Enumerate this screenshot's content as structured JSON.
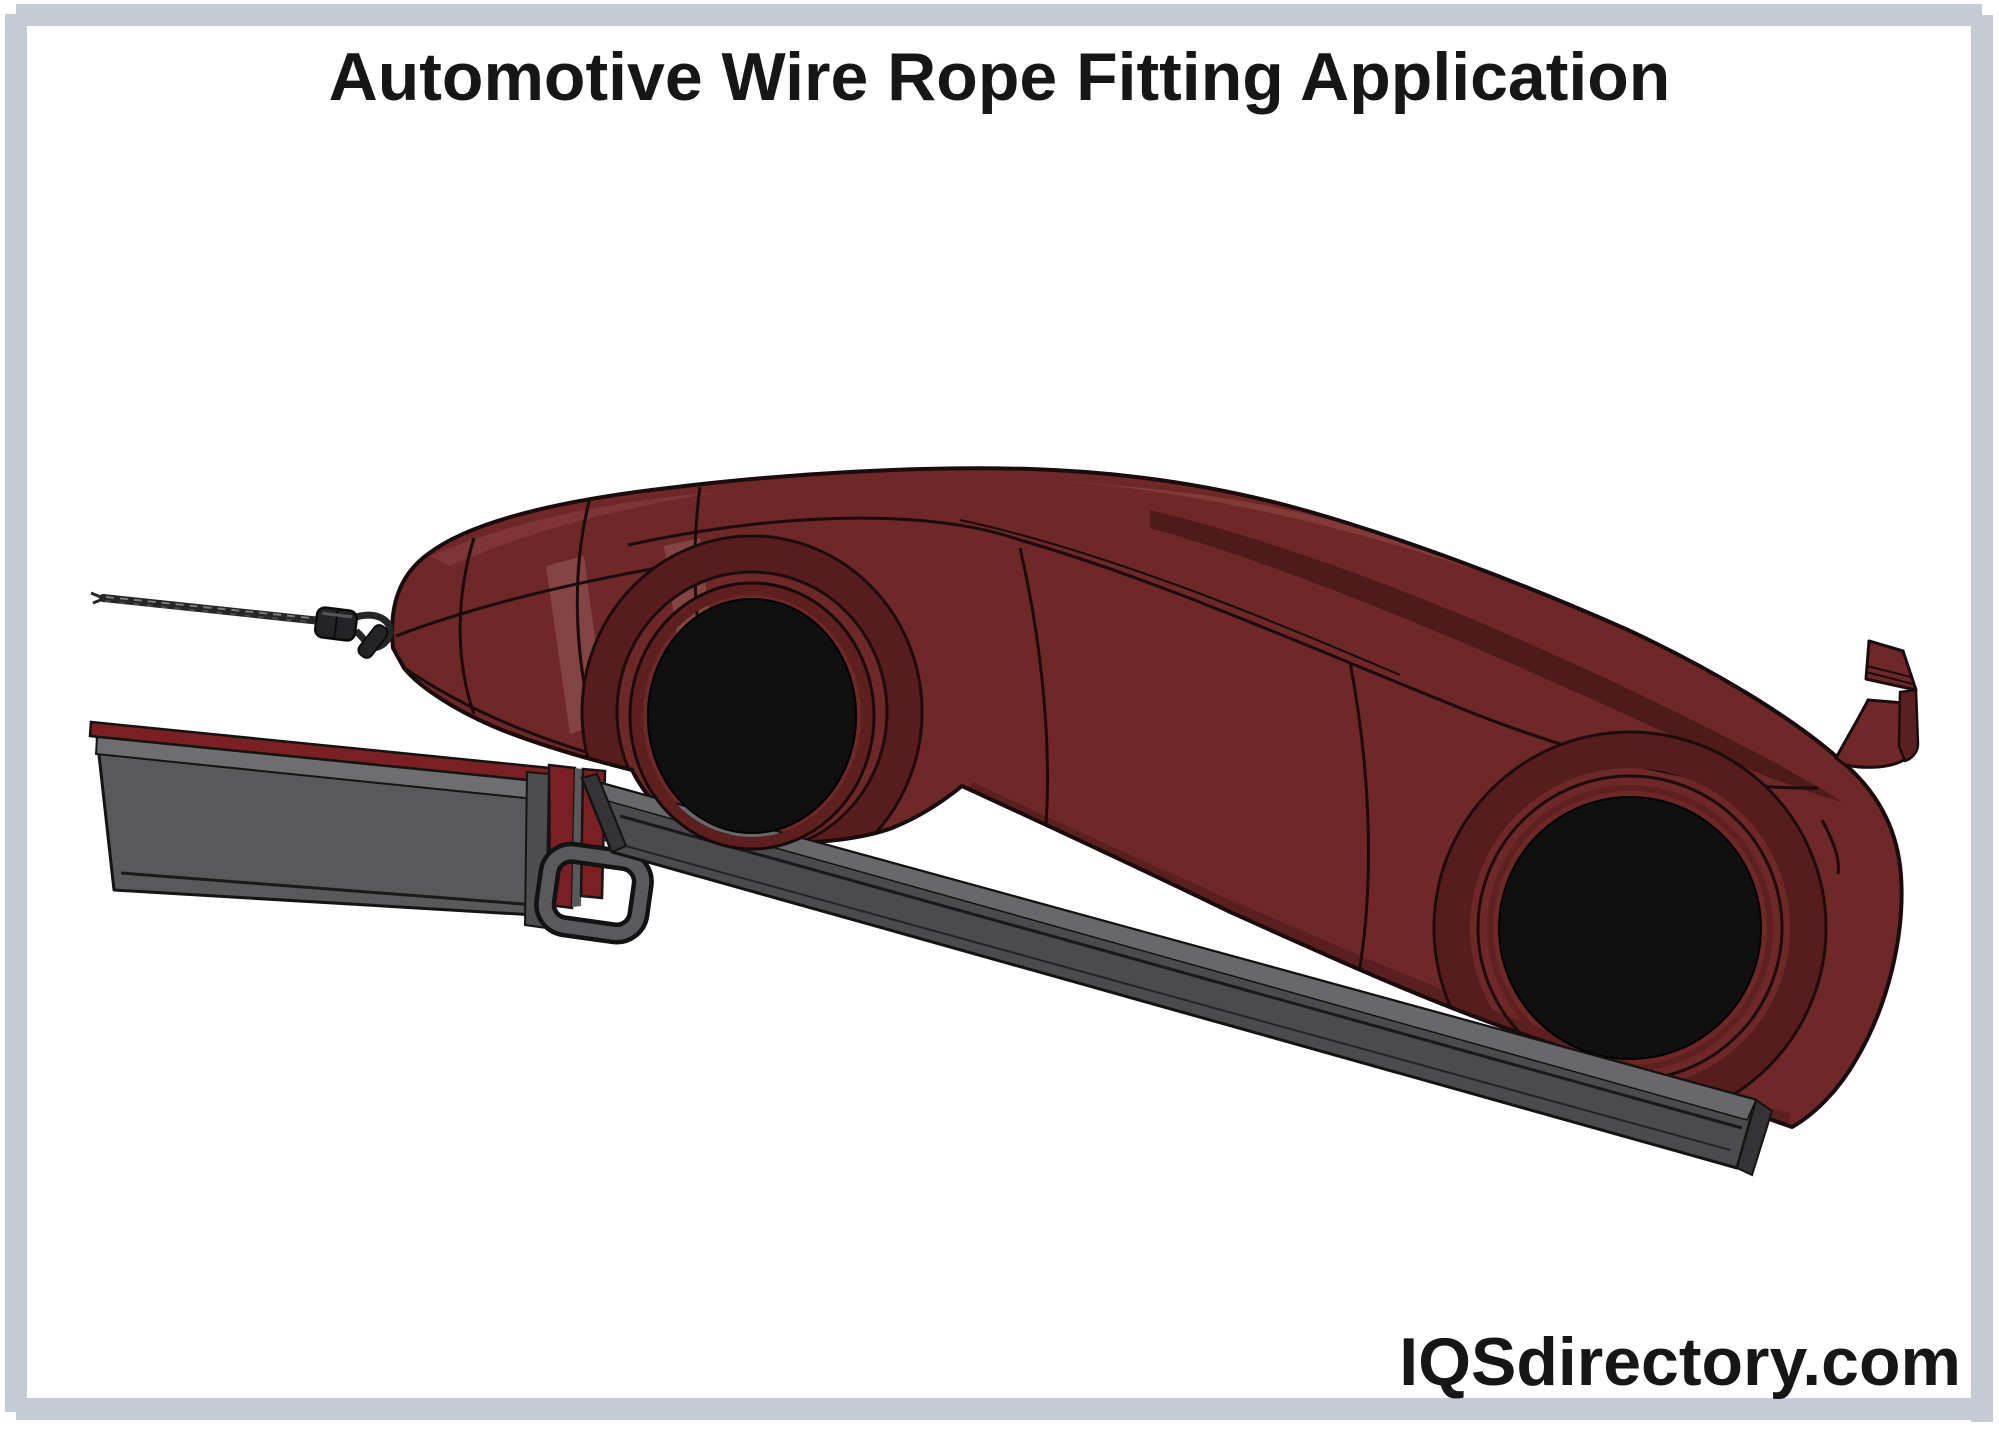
{
  "title": {
    "text": "Automotive Wire Rope Fitting Application",
    "color": "#161616"
  },
  "watermark": {
    "text": "IQSdirectory.com",
    "color": "#161616"
  },
  "frame": {
    "color": "#c6cad5"
  },
  "scene": {
    "alt": "Dark red sports car being pulled by a wire rope with a swaged eye fitting onto a tilted flatbed ramp",
    "colors": {
      "car_body": "#6e2828",
      "car_body_dark": "#5a1f1f",
      "car_body_light": "#8a3d3d",
      "car_shadow": "#4a1818",
      "car_outline": "#1a0c0c",
      "windshield_tint": "#9a5f5f",
      "wheel_black": "#101010",
      "wheel_arch": "#571d1d",
      "wheel_lip": "#5e1f1f",
      "deck_gray": "#59595c",
      "deck_gray_light": "#6e6e71",
      "deck_gray_dark": "#4e4e51",
      "deck_red": "#7b2022",
      "ramp_gray": "#4b4b4e",
      "ramp_edge_light": "#68686b",
      "ramp_edge_dark": "#343436",
      "rope_black": "#262626",
      "rope_highlight": "#8f8f8f",
      "fitting_dark": "#242427",
      "shackle_gray": "#5a5a5e",
      "shackle_outline": "#121212"
    }
  }
}
